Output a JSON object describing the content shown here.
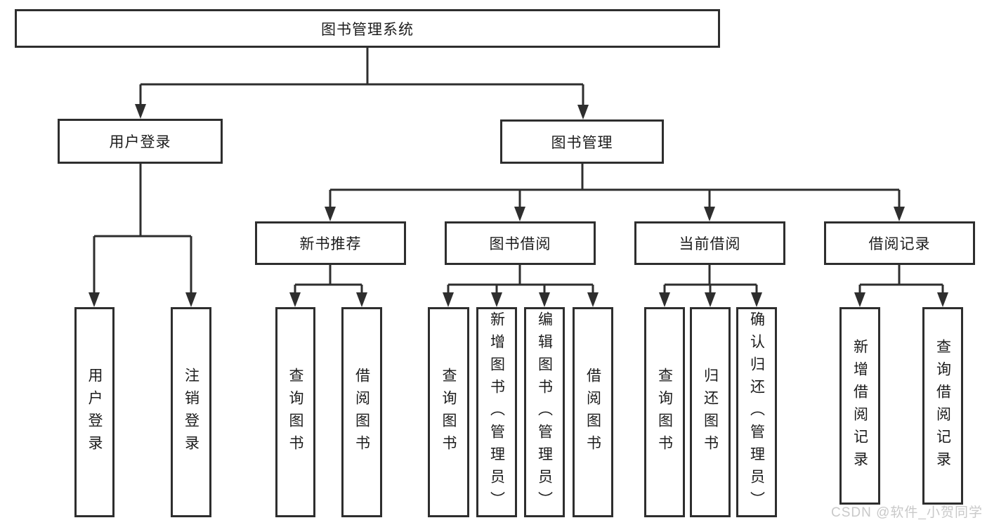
{
  "diagram": {
    "root": {
      "label": "图书管理系统"
    },
    "branches": {
      "user_login": {
        "label": "用户登录",
        "children": [
          {
            "label": "用户登录"
          },
          {
            "label": "注销登录"
          }
        ]
      },
      "book_mgmt": {
        "label": "图书管理",
        "children": [
          {
            "label": "新书推荐",
            "children": [
              {
                "label": "查询图书"
              },
              {
                "label": "借阅图书"
              }
            ]
          },
          {
            "label": "图书借阅",
            "children": [
              {
                "label": "查询图书"
              },
              {
                "label": "新增图书（管理员）"
              },
              {
                "label": "编辑图书（管理员）"
              },
              {
                "label": "借阅图书"
              }
            ]
          },
          {
            "label": "当前借阅",
            "children": [
              {
                "label": "查询图书"
              },
              {
                "label": "归还图书"
              },
              {
                "label": "确认归还（管理员）"
              }
            ]
          },
          {
            "label": "借阅记录",
            "children": [
              {
                "label": "新增借阅记录"
              },
              {
                "label": "查询借阅记录"
              }
            ]
          }
        ]
      }
    },
    "watermark": "CSDN @软件_小贺同学",
    "colors": {
      "line": "#2e2e2e",
      "text": "#1c1c1c",
      "background": "#ffffff",
      "watermark": "#c9c9c9"
    }
  }
}
